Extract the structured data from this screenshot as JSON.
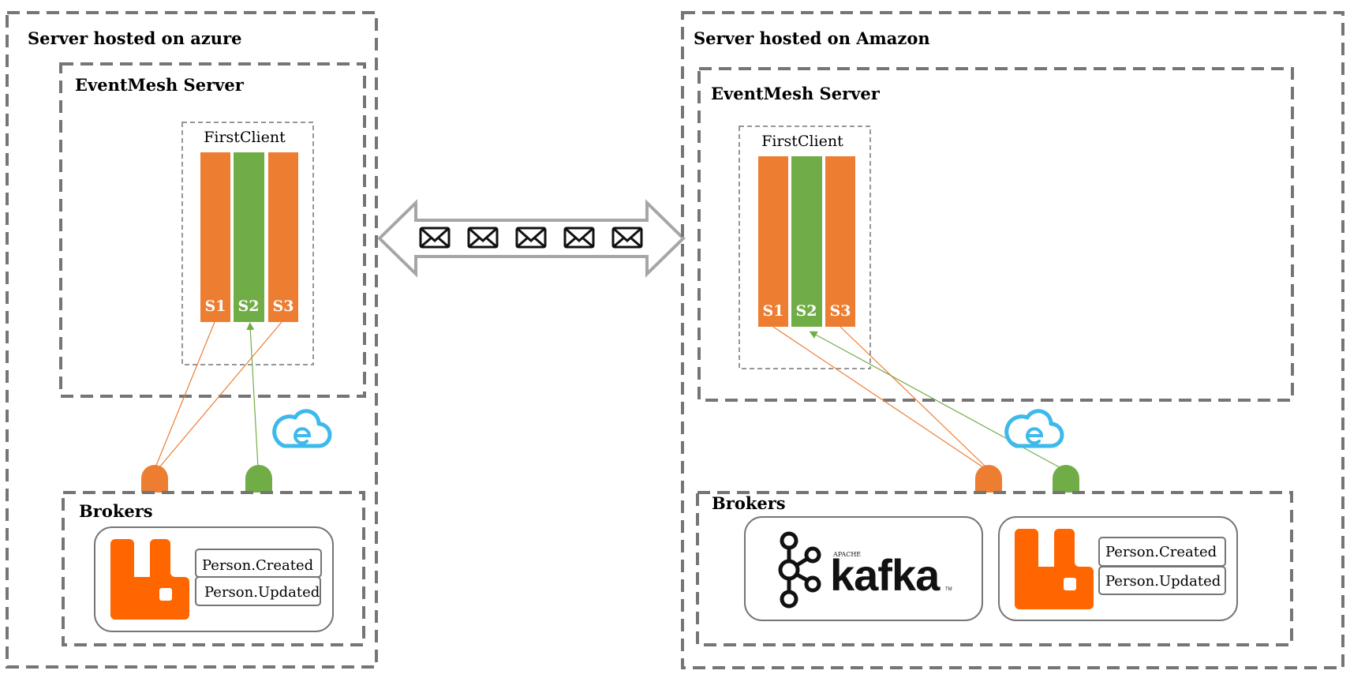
{
  "colors": {
    "orange": "#ED7D31",
    "green": "#70AD47",
    "border_gray": "#757575",
    "rabbitmq_orange": "#FF6600",
    "cloud_blue": "#3DB9EB",
    "arrow_gray": "#A6A6A6"
  },
  "left": {
    "server_title": "Server hosted on azure",
    "eventmesh_title": "EventMesh Server",
    "client_label": "FirstClient",
    "bars": [
      "S1",
      "S2",
      "S3"
    ],
    "brokers_title": "Brokers",
    "topics": [
      "Person.Created",
      "Person.Updated"
    ]
  },
  "right": {
    "server_title": "Server hosted on Amazon",
    "eventmesh_title": "EventMesh Server",
    "client_label": "FirstClient",
    "bars": [
      "S1",
      "S2",
      "S3"
    ],
    "brokers_title": "Brokers",
    "kafka_logo": {
      "apache": "APACHE",
      "name": "kafka",
      "tm": "TM"
    },
    "topics": [
      "Person.Created",
      "Person.Updated"
    ]
  },
  "icons": {
    "message": "envelope-icon",
    "cloud": "eventmesh-cloud-icon",
    "rabbitmq": "rabbitmq-logo",
    "kafka": "kafka-logo",
    "connector": "broker-connector-icon"
  }
}
